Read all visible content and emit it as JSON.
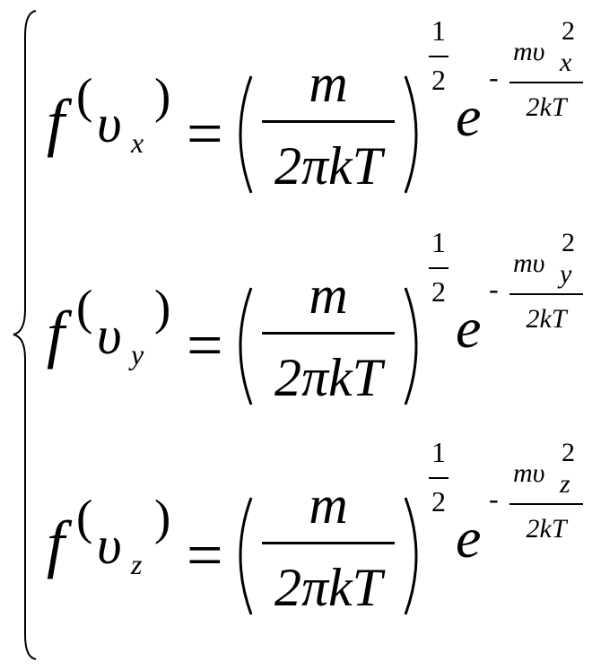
{
  "colors": {
    "ink": "#000000",
    "background": "#ffffff"
  },
  "equations": [
    {
      "func": "f",
      "var": "υ",
      "sub": "x",
      "eq": "=",
      "num": "m",
      "den": "2πkT",
      "exp_num": "1",
      "exp_den": "2",
      "base": "e",
      "sign": "-",
      "e_num": "mυ",
      "e_sup": "2",
      "e_sub": "x",
      "e_den": "2kT",
      "lparen": "(",
      "rparen": ")"
    },
    {
      "func": "f",
      "var": "υ",
      "sub": "y",
      "eq": "=",
      "num": "m",
      "den": "2πkT",
      "exp_num": "1",
      "exp_den": "2",
      "base": "e",
      "sign": "-",
      "e_num": "mυ",
      "e_sup": "2",
      "e_sub": "y",
      "e_den": "2kT",
      "lparen": "(",
      "rparen": ")"
    },
    {
      "func": "f",
      "var": "υ",
      "sub": "z",
      "eq": "=",
      "num": "m",
      "den": "2πkT",
      "exp_num": "1",
      "exp_den": "2",
      "base": "e",
      "sign": "-",
      "e_num": "mυ",
      "e_sup": "2",
      "e_sub": "z",
      "e_den": "2kT",
      "lparen": "(",
      "rparen": ")"
    }
  ]
}
